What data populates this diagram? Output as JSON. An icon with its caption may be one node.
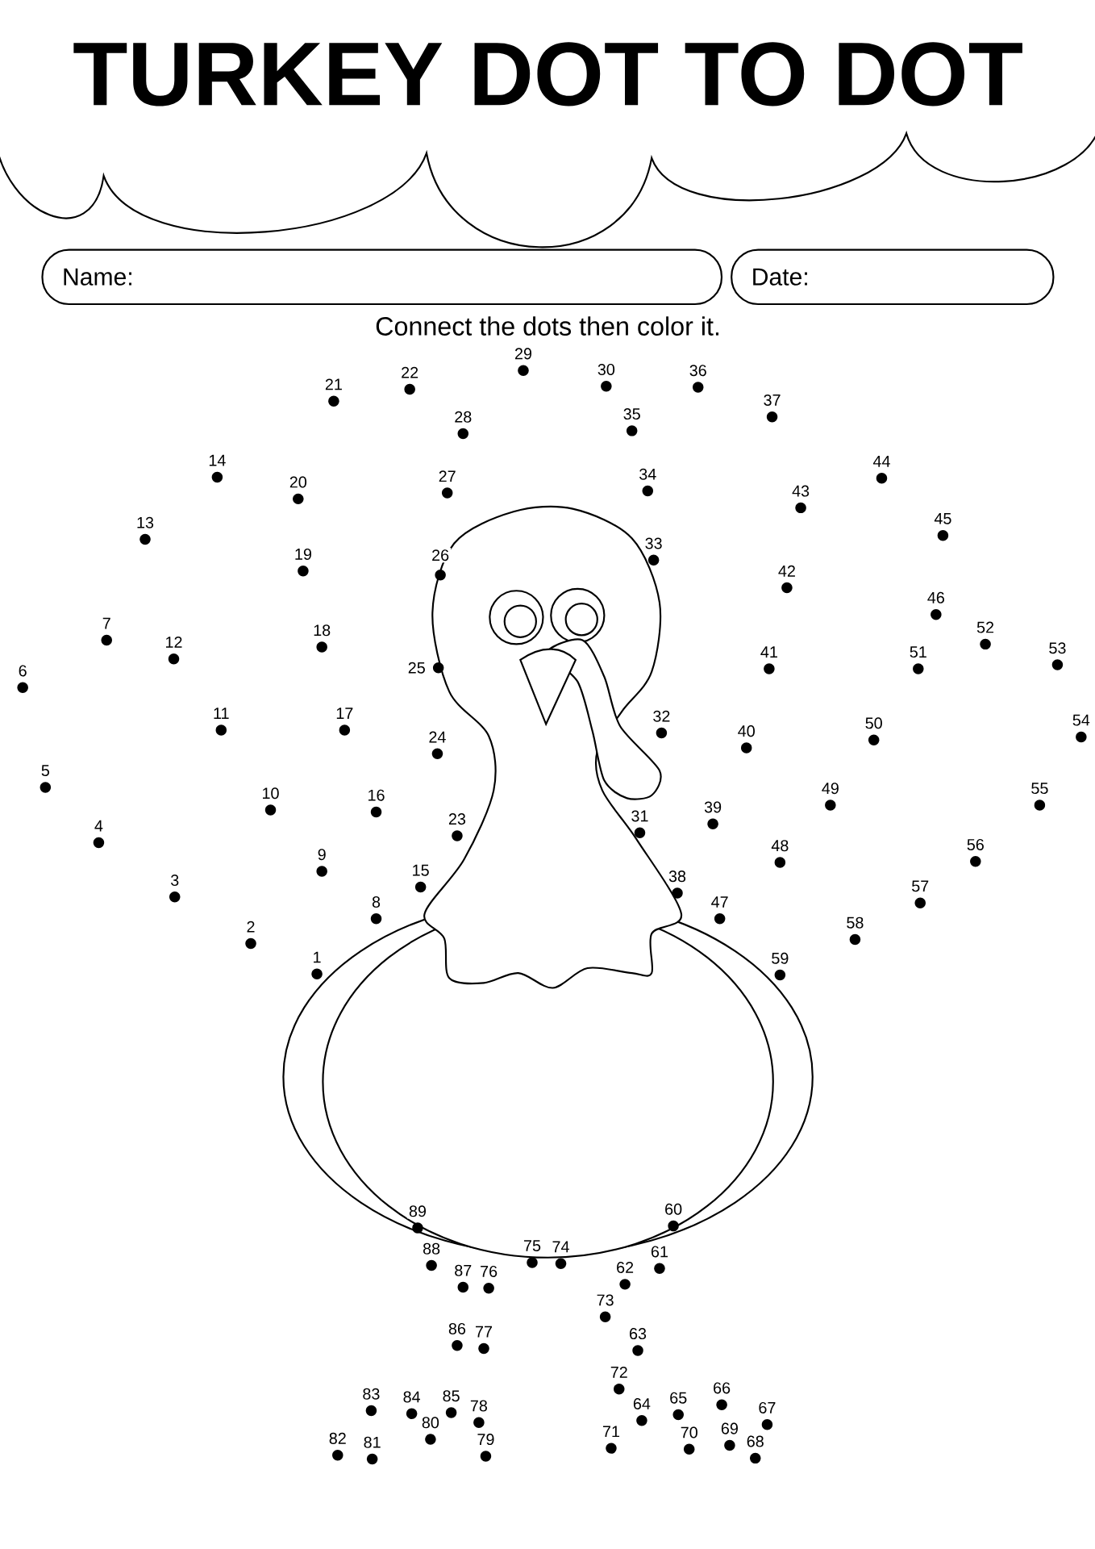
{
  "diagram": {
    "title": "TURKEY DOT TO DOT",
    "nodes": [
      {
        "text": [
          "Name:"
        ]
      },
      {
        "text": [
          "Date:"
        ]
      }
    ],
    "edges": [],
    "labels": [
      "Connect the dots then color it.",
      "1",
      "2",
      "3",
      "4",
      "5",
      "6",
      "7",
      "8",
      "9",
      "10",
      "11",
      "12",
      "13",
      "14",
      "15",
      "16",
      "17",
      "18",
      "19",
      "20",
      "21",
      "22",
      "23",
      "24",
      "25",
      "26",
      "27",
      "28",
      "29",
      "30",
      "31",
      "32",
      "33",
      "34",
      "35",
      "36",
      "37",
      "38",
      "39",
      "40",
      "41",
      "42",
      "43",
      "44",
      "45",
      "46",
      "47",
      "48",
      "49",
      "50",
      "51",
      "52",
      "53",
      "54",
      "55",
      "56",
      "57",
      "58",
      "59",
      "60",
      "61",
      "62",
      "63",
      "64",
      "65",
      "66",
      "67",
      "68",
      "69",
      "70",
      "71",
      "72",
      "73",
      "74",
      "75",
      "76",
      "77",
      "78",
      "79",
      "80",
      "81",
      "82",
      "83",
      "84",
      "85",
      "86",
      "87",
      "88",
      "89"
    ]
  }
}
